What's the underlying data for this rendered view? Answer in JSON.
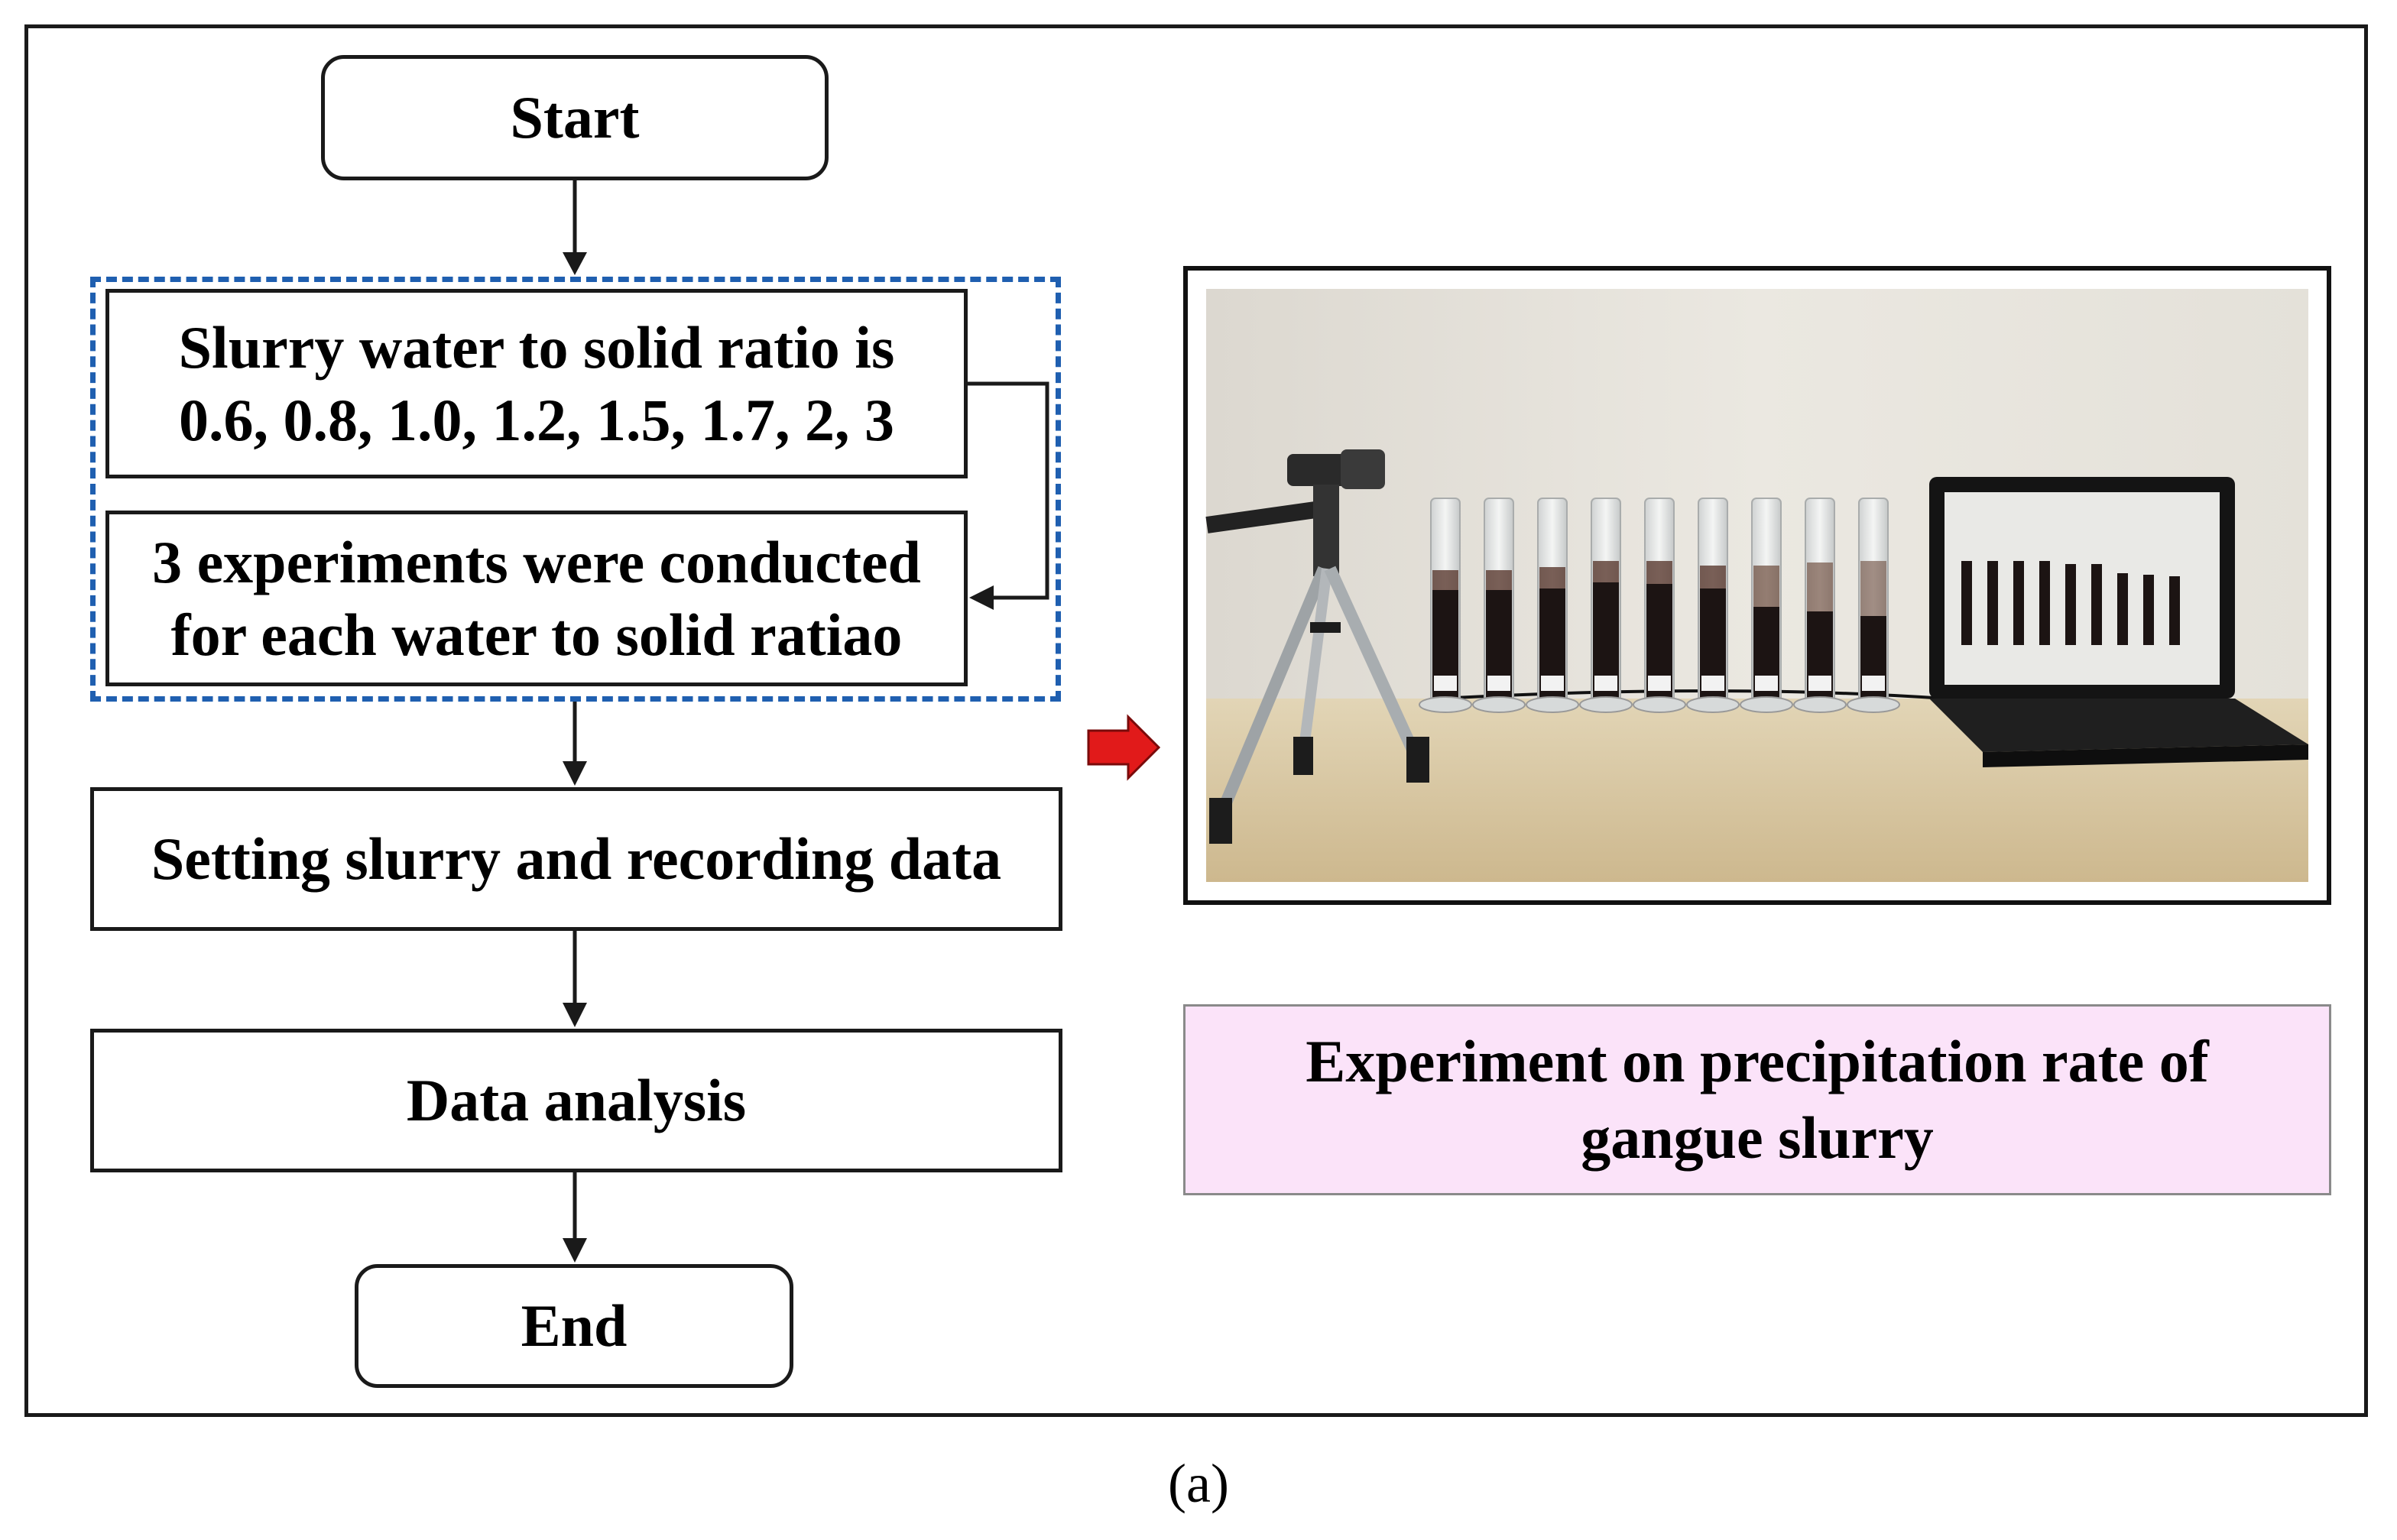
{
  "flowchart": {
    "start_label": "Start",
    "ratio_box": {
      "line1": "Slurry water to solid ratio is",
      "line2": "0.6, 0.8, 1.0, 1.2, 1.5, 1.7, 2, 3"
    },
    "experiments_box": {
      "line1": "3 experiments were conducted",
      "line2": "for each water to solid ratiao"
    },
    "setting_label": "Setting slurry and recording data",
    "analysis_label": "Data analysis",
    "end_label": "End"
  },
  "caption": {
    "line1": "Experiment on precipitation rate of",
    "line2": "gangue slurry"
  },
  "panel_label": "(a)",
  "photo": {
    "tubes": 9,
    "laptop_thumbnail_tubes": 9
  },
  "colors": {
    "dashed_border": "#1f5fb0",
    "caption_bg": "#fbe3f9",
    "arrow_red": "#e11a1a",
    "wall": "#e9e6df",
    "table": "#d8c8a4",
    "slurry": "#1c1413"
  }
}
